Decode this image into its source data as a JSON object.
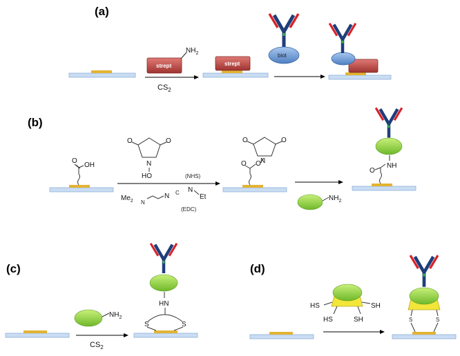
{
  "panels": [
    {
      "label": "(a)",
      "reagent": "CS",
      "reagent_sub": "2",
      "amine": "NH",
      "amine_sub": "2",
      "protein_a": "strept",
      "protein_b": "strept",
      "biotin": "biot"
    },
    {
      "label": "(b)",
      "acid_oh": "OH",
      "nhs_ho": "HO",
      "nhs_n": "N",
      "nhs_tag": "(NHS)",
      "edc_left": "Me",
      "edc_left_sub": "2",
      "edc_n1": "N",
      "edc_n2": "N",
      "edc_et": "Et",
      "edc_tag": "(EDC)",
      "ester_n": "N",
      "amide_nh": "NH",
      "amine": "NH",
      "amine_sub": "2",
      "edc_c": "C",
      "edc_n3": "N"
    },
    {
      "label": "(c)",
      "amine": "NH",
      "amine_sub": "2",
      "reagent": "CS",
      "reagent_sub": "2",
      "hn": "HN",
      "s_left": "S",
      "s_right": "S"
    },
    {
      "label": "(d)",
      "sh1": "SH",
      "sh2": "HS",
      "sh3": "HS",
      "sh4": "SH",
      "s_left": "S",
      "s_right": "S"
    }
  ],
  "colors": {
    "substrate": "#c9dcf2",
    "substrate_edge": "#8fb0d8",
    "gold": "#e3b332",
    "strept": "#c0504d",
    "biotin": "#6d9ad6",
    "protein": "#8ed43a",
    "antibody_heavy": "#1f3e7a",
    "antibody_light": "#d8232a",
    "yellow_cap": "#f3e63a"
  }
}
